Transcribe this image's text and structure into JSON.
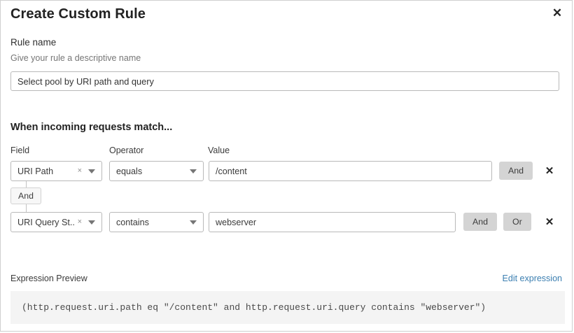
{
  "dialog": {
    "title": "Create Custom Rule",
    "close_label": "✕"
  },
  "rule_name": {
    "label": "Rule name",
    "sublabel": "Give your rule a descriptive name",
    "value": "Select pool by URI path and query",
    "placeholder": "Select pool by URI path and query"
  },
  "match_section": {
    "heading": "When incoming requests match...",
    "columns": {
      "field": "Field",
      "operator": "Operator",
      "value": "Value"
    },
    "connector": {
      "label": "And"
    },
    "rows": [
      {
        "field": "URI Path",
        "clear_icon": "×",
        "operator": "equals",
        "value": "/content",
        "logic_buttons": [
          "And"
        ],
        "remove_label": "✕"
      },
      {
        "field": "URI Query St...",
        "clear_icon": "×",
        "operator": "contains",
        "value": "webserver",
        "logic_buttons": [
          "And",
          "Or"
        ],
        "remove_label": "✕"
      }
    ]
  },
  "expression": {
    "label": "Expression Preview",
    "edit_link": "Edit expression",
    "code": "(http.request.uri.path eq \"/content\" and http.request.uri.query contains \"webserver\")"
  },
  "colors": {
    "link": "#3c7fb1",
    "logic_button_bg": "#d4d4d4",
    "code_bg": "#f4f4f4"
  }
}
